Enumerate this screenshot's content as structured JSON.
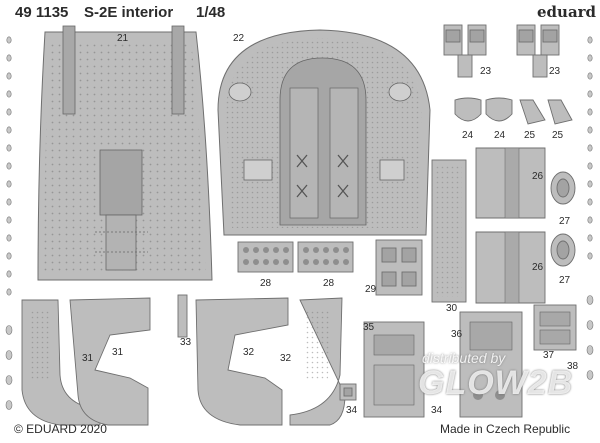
{
  "sheet": {
    "code": "49 1135",
    "title": "S-2E interior",
    "scale": "1/48",
    "brand": "eduard",
    "copyright": "© EDUARD 2020",
    "origin": "Made in Czech Republic"
  },
  "watermark": {
    "line1": "distributed by",
    "logo": "GLOW2B"
  },
  "part_numbers": [
    "21",
    "22",
    "23",
    "23",
    "24",
    "24",
    "25",
    "25",
    "26",
    "26",
    "27",
    "27",
    "28",
    "28",
    "29",
    "30",
    "31",
    "31",
    "32",
    "32",
    "33",
    "34",
    "34",
    "35",
    "36",
    "37",
    "38"
  ],
  "colors": {
    "metal": "#bdbdbd",
    "metal_dark": "#9a9a9a",
    "edge": "#6f6f6f",
    "background": "#ffffff",
    "text": "#2b2b2b"
  }
}
